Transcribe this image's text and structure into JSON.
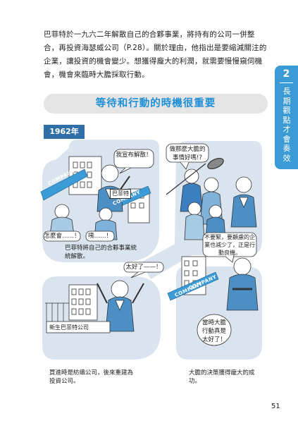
{
  "intro_text": "巴菲特於一九六二年解散自己的合夥事業，將持有的公司一併整合，再投資海瑟威公司（P.28）。關於理由，他指出是要縮減關注的企業，讓投資的機會變少。想獲得龐大的利潤，就需要慢慢窺伺機會，機會來臨時大膽採取行動。",
  "side_tab": {
    "number": "2",
    "label": "長期觀點才會奏效"
  },
  "banner_title": "等待和行動的時機很重要",
  "year_tag": "1962年",
  "panel_tl": {
    "speech_declare": "我宣布解散！",
    "sign_company1": "COMPANY",
    "sign_company2": "COMPANY",
    "name_tag": "巴菲特",
    "speech_why": "怎麼會……！",
    "speech_huh": "咦……！",
    "caption": "巴菲特將自己的合夥事業統統解散。"
  },
  "panel_tr": {
    "speech_reporter": "做那麼大膽的事情好嗎!?",
    "speech_buffett": "不要緊，要顧慮的企業也減少了，正是行動良機。"
  },
  "panel_bl": {
    "speech_great": "太好了——！",
    "building_label": "新生巴菲特公司",
    "caption": "買進時是紡織公司，後來重建為投資公司。"
  },
  "panel_br": {
    "sign_company1": "COMPANY",
    "sign_company2": "COMPANY",
    "speech_thought": "當時大膽行動真是太好了！",
    "caption": "大膽的決策獲得龐大的成功。"
  },
  "page_number": "51",
  "colors": {
    "accent_blue": "#3a9bd6",
    "title_blue": "#1f8fd6",
    "year_tag": "#2f6fa8",
    "panel_bg": "#d9e4ee"
  }
}
